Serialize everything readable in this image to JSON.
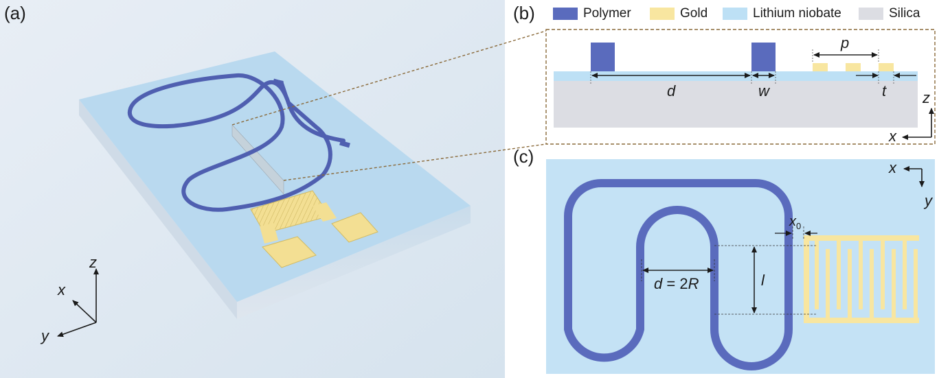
{
  "panels": {
    "a": {
      "label": "(a)"
    },
    "b": {
      "label": "(b)"
    },
    "c": {
      "label": "(c)"
    }
  },
  "legend": [
    {
      "label": "Polymer",
      "color": "#5a6bbd"
    },
    {
      "label": "Gold",
      "color": "#f8e6a0"
    },
    {
      "label": "Lithium niobate",
      "color": "#bde0f5"
    },
    {
      "label": "Silica",
      "color": "#dcdde3"
    }
  ],
  "axes_a": {
    "x": "x",
    "y": "y",
    "z": "z"
  },
  "axes_b": {
    "x": "x",
    "z": "z"
  },
  "axes_c": {
    "x": "x",
    "y": "y"
  },
  "dims_b": {
    "p": "p",
    "d": "d",
    "w": "w",
    "t": "t"
  },
  "dims_c": {
    "d": "d = 2R",
    "l": "l",
    "x0": "x",
    "x0_sub": "0"
  },
  "colors": {
    "polymer": "#5a6bbd",
    "gold": "#f8e6a0",
    "ln": "#bde0f5",
    "silica": "#dcdde3",
    "slab_top": "#b9d9ef",
    "background_a": "#e3ecf4",
    "dashed": "#8a6a3a"
  }
}
